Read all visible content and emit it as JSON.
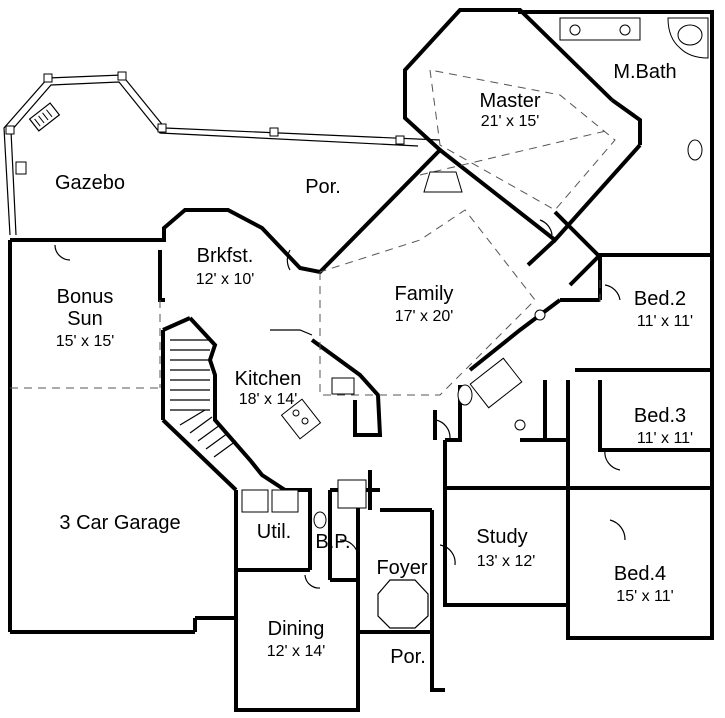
{
  "plan": {
    "rooms": {
      "gazebo": {
        "name": "Gazebo"
      },
      "porch_rear": {
        "name": "Por."
      },
      "master": {
        "name": "Master",
        "dims": "21' x 15'"
      },
      "mbath": {
        "name": "M.Bath"
      },
      "brkfst": {
        "name": "Brkfst.",
        "dims": "12' x 10'"
      },
      "family": {
        "name": "Family",
        "dims": "17' x 20'"
      },
      "bonus": {
        "name1": "Bonus",
        "name2": "Sun",
        "dims": "15' x 15'"
      },
      "kitchen": {
        "name": "Kitchen",
        "dims": "18' x 14'"
      },
      "bed2": {
        "name": "Bed.2",
        "dims": "11' x 11'"
      },
      "bed3": {
        "name": "Bed.3",
        "dims": "11' x 11'"
      },
      "garage": {
        "name": "3 Car Garage"
      },
      "util": {
        "name": "Util."
      },
      "bp": {
        "name": "B.P."
      },
      "foyer": {
        "name": "Foyer"
      },
      "study": {
        "name": "Study",
        "dims": "13' x 12'"
      },
      "bed4": {
        "name": "Bed.4",
        "dims": "15' x 11'"
      },
      "dining": {
        "name": "Dining",
        "dims": "12' x 14'"
      },
      "porch_front": {
        "name": "Por."
      }
    }
  }
}
